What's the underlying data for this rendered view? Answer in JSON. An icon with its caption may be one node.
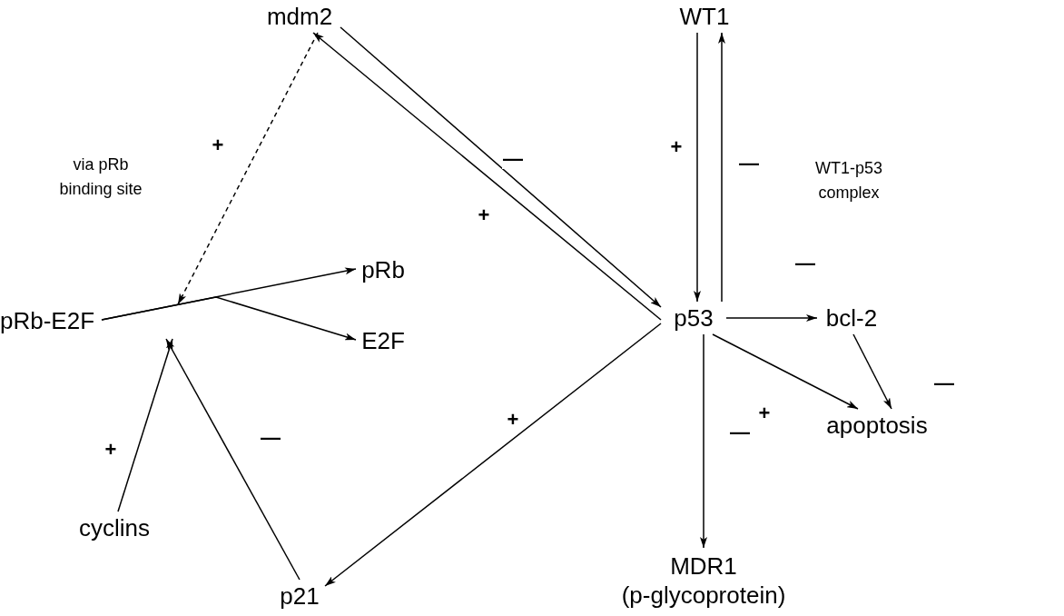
{
  "diagram": {
    "nodes": [
      {
        "text": [
          "mdm2"
        ]
      },
      {
        "text": [
          "WT1"
        ]
      },
      {
        "text": [
          "pRb"
        ]
      },
      {
        "text": [
          "pRb-E2F"
        ]
      },
      {
        "text": [
          "E2F"
        ]
      },
      {
        "text": [
          "p53"
        ]
      },
      {
        "text": [
          "bcl-2"
        ]
      },
      {
        "text": [
          "apoptosis"
        ]
      },
      {
        "text": [
          "cyclins"
        ]
      },
      {
        "text": [
          "MDR1 (p-glycoprotein)"
        ]
      },
      {
        "text": [
          "p21"
        ]
      }
    ],
    "edges": [
      {
        "from": 0,
        "to": 3,
        "arrow": "to",
        "style": "dashed",
        "label": "+"
      },
      {
        "from": 0,
        "to": 5,
        "arrow": "to",
        "label": "—"
      },
      {
        "from": 5,
        "to": 0,
        "arrow": "to",
        "label": "+"
      },
      {
        "from": 1,
        "to": 5,
        "arrow": "to",
        "label": "+"
      },
      {
        "from": 5,
        "to": 1,
        "arrow": "to",
        "label": "—"
      },
      {
        "from": 3,
        "to": 2,
        "arrow": "to"
      },
      {
        "from": 3,
        "to": 4,
        "arrow": "to"
      },
      {
        "from": 5,
        "to": 6,
        "arrow": "to",
        "label": "—"
      },
      {
        "from": 5,
        "to": 10,
        "arrow": "to",
        "label": "+"
      },
      {
        "from": 8,
        "to": 3,
        "arrow": "to",
        "label": "+"
      },
      {
        "from": 10,
        "to": 3,
        "arrow": "to",
        "label": "—"
      },
      {
        "from": 5,
        "to": 7,
        "arrow": "to",
        "label": "+"
      },
      {
        "from": 6,
        "to": 7,
        "arrow": "to",
        "label": "—"
      },
      {
        "from": 5,
        "to": 9,
        "arrow": "to",
        "label": "—"
      }
    ],
    "labels": [
      "via pRb binding site",
      "WT1-p53 complex"
    ]
  }
}
